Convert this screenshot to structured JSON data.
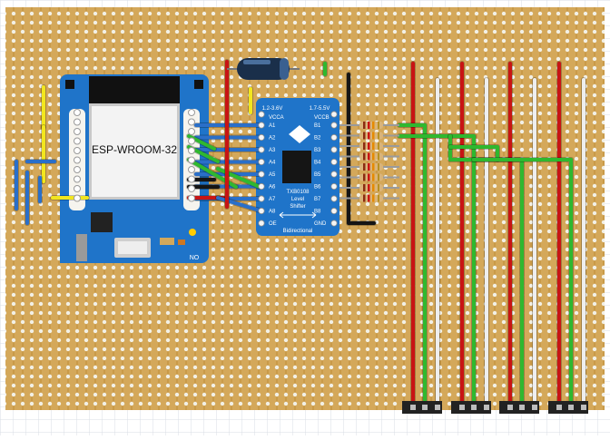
{
  "board": {
    "module_label": "ESP-WROOM-32",
    "module_corner_mark": "NO",
    "shifter": {
      "top_left_label": "1.2-3.6V",
      "top_right_label": "1.7-5.5V",
      "vcca_label": "VCCA",
      "vccb_label": "VCCB",
      "left_pins": [
        "A1",
        "A2",
        "A3",
        "A4",
        "A5",
        "A6",
        "A7",
        "A8",
        "OE"
      ],
      "right_pins": [
        "B1",
        "B2",
        "B3",
        "B4",
        "B5",
        "B6",
        "B7",
        "B8",
        "GND"
      ],
      "chip_name": "TXB0108",
      "subtitle_1": "Level",
      "subtitle_2": "Shifter",
      "bottom_label": "Bidirectional"
    }
  },
  "colors": {
    "board": "#d4a85a",
    "hole": "#f2f0e6",
    "red": "#c81414",
    "green": "#2fb82f",
    "white": "#eeeeee",
    "blue": "#2a6fc9",
    "yellow": "#f2e61e",
    "black": "#151515",
    "shifter_blue": "#1f74c9"
  },
  "icons": {
    "capacitor": "capacitor-icon",
    "resistor": "resistor-icon",
    "connector": "connector-icon"
  }
}
